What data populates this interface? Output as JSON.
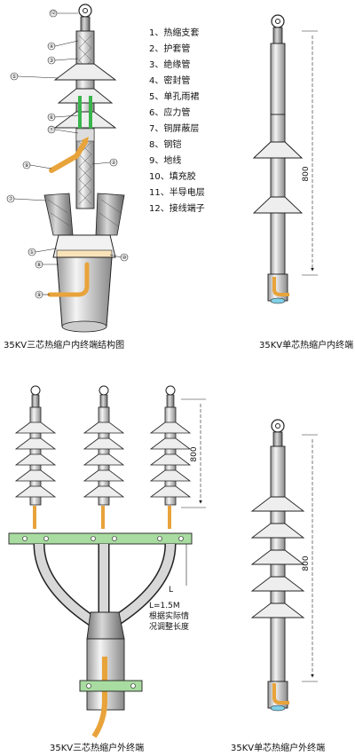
{
  "legend": [
    "1、热缩支套",
    "2、护套管",
    "3、绝缘管",
    "4、密封管",
    "5、单孔雨裙",
    "6、应力管",
    "7、铜屏蔽层",
    "8、钢铠",
    "9、地线",
    "10、填充胶",
    "11、半导电层",
    "12、接线端子"
  ],
  "captions": {
    "top_left": "35KV三芯热缩户内终端结构图",
    "top_right": "35KV单芯热缩户内终端",
    "bottom_left": "35KV三芯热缩户外终端",
    "bottom_right": "35KV单芯热缩户外终端"
  },
  "dimensions": {
    "top_right_height": "800",
    "bottom_left_height": "800",
    "bottom_right_height": "800",
    "length_label": "L",
    "length_note_1": "L=1.5M",
    "length_note_2": "根据实际情",
    "length_note_3": "况调整长度"
  },
  "callouts": [
    "⑫",
    "④",
    "③",
    "⑤",
    "⑥",
    "⑪",
    "⑨",
    "②",
    "⑦",
    "①",
    "⑧",
    "⑩",
    "⑨"
  ],
  "colors": {
    "copper": "#e8a33a",
    "stress_tube": "#39b54a",
    "clamp": "#a8dca0",
    "line": "#222222"
  }
}
